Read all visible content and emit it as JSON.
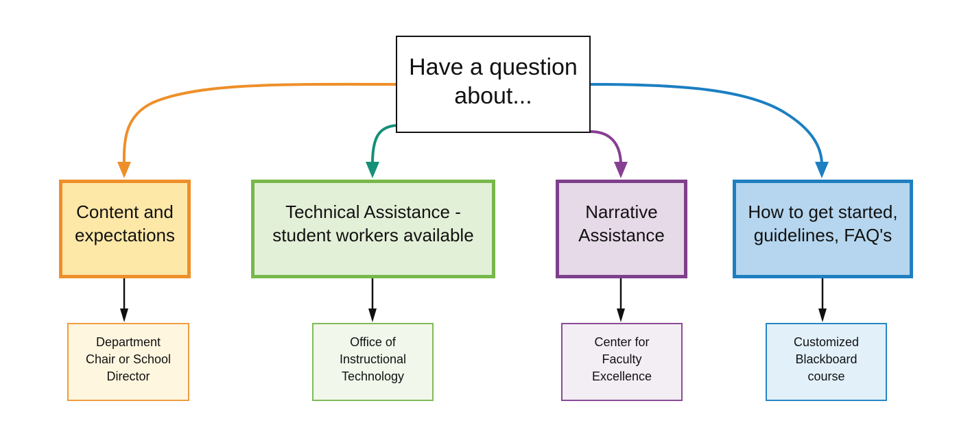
{
  "root": {
    "label_line1": "Have a question",
    "label_line2": "about..."
  },
  "categories": [
    {
      "line1": "Content and",
      "line2": "expectations",
      "border": "#ee8f2a",
      "fill": "#fde8a8",
      "leaf": {
        "line1": "Department",
        "line2": "Chair or School",
        "line3": "Director",
        "border": "#ee9c3e",
        "fill": "#fff6df"
      },
      "arrow_color": "#ee8f2a"
    },
    {
      "line1": "Technical Assistance -",
      "line2": "student workers available",
      "border": "#77b84a",
      "fill": "#e3f0d8",
      "leaf": {
        "line1": "Office of",
        "line2": "Instructional",
        "line3": "Technology",
        "border": "#7fbb58",
        "fill": "#f1f7eb"
      },
      "arrow_color": "#169077"
    },
    {
      "line1": "Narrative",
      "line2": "Assistance",
      "border": "#7e3f8b",
      "fill": "#e6d9e8",
      "leaf": {
        "line1": "Center for",
        "line2": "Faculty",
        "line3": "Excellence",
        "border": "#8a4b96",
        "fill": "#f3edf4"
      },
      "arrow_color": "#863f92"
    },
    {
      "line1": "How to get started,",
      "line2": "guidelines, FAQ's",
      "border": "#1e7fc0",
      "fill": "#b5d6ee",
      "leaf": {
        "line1": "Customized",
        "line2": "Blackboard",
        "line3": "course",
        "border": "#2587c6",
        "fill": "#e2f0fa"
      },
      "arrow_color": "#1b7fc2"
    }
  ]
}
